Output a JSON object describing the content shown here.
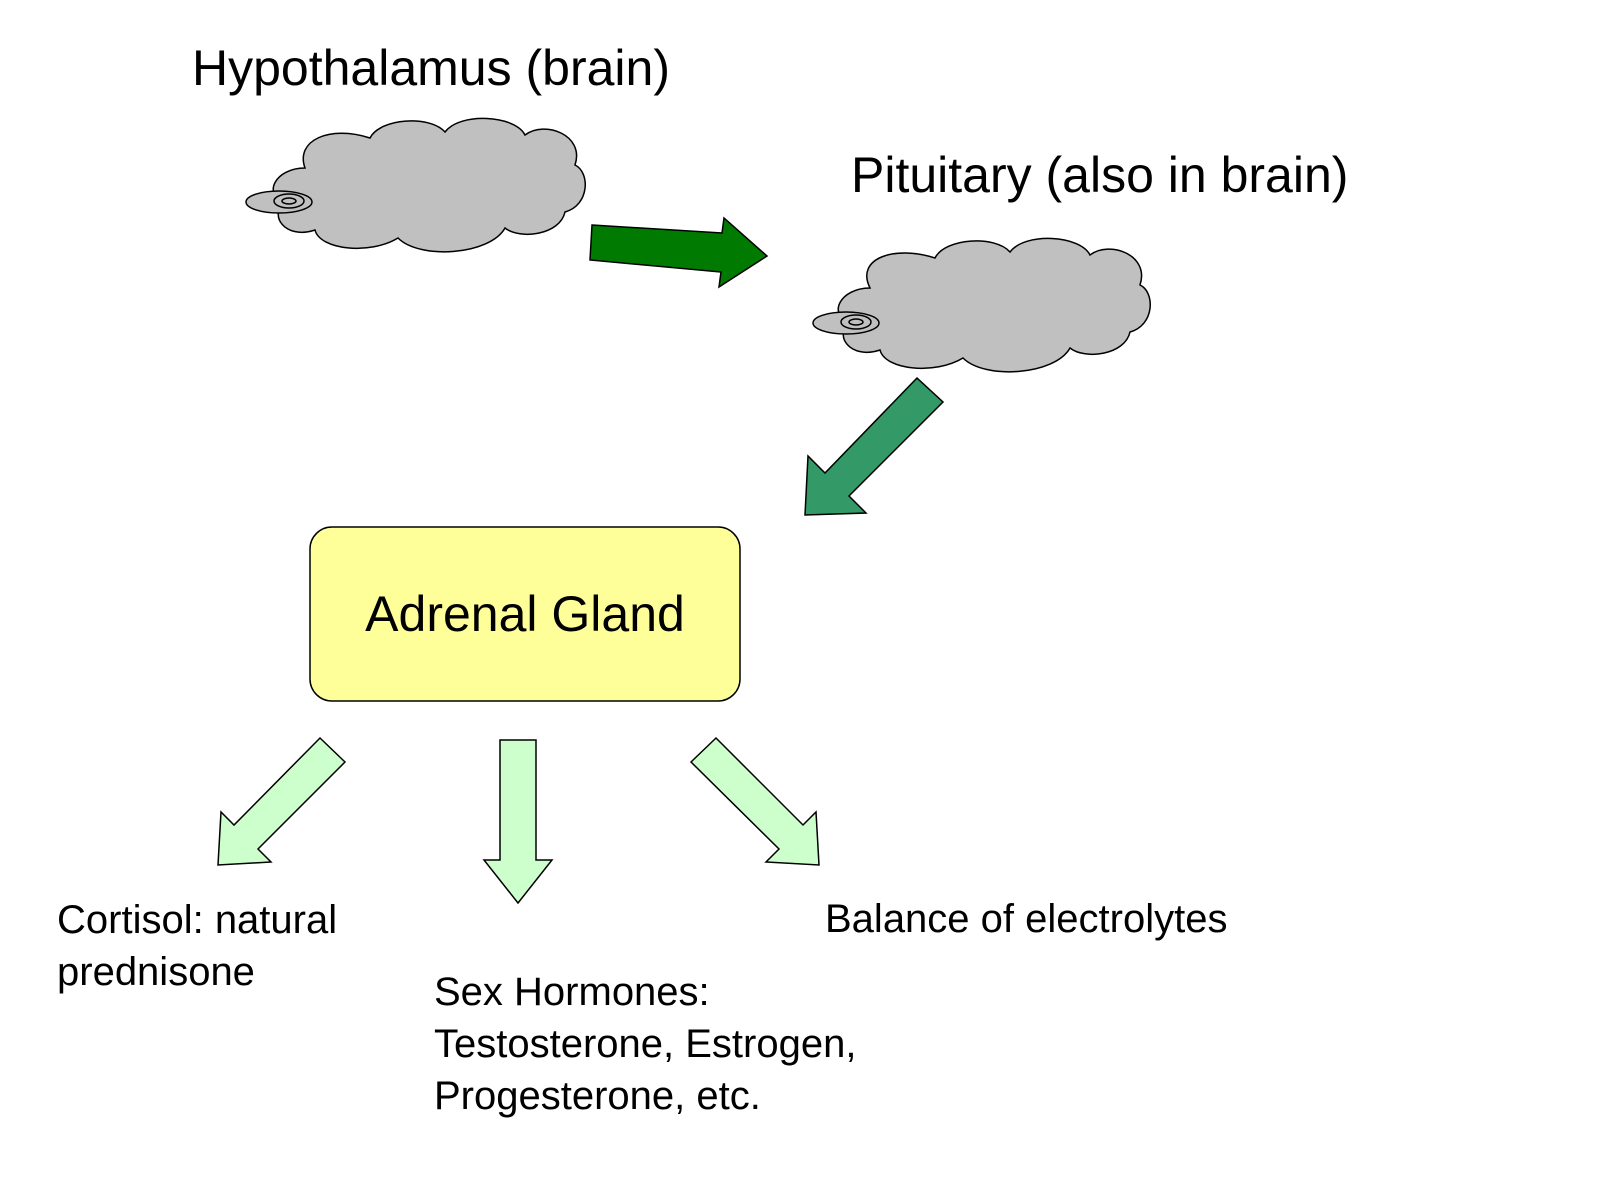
{
  "nodes": {
    "hypothalamus": "Hypothalamus (brain)",
    "pituitary": "Pituitary (also in brain)",
    "adrenal": "Adrenal Gland"
  },
  "outputs": {
    "cortisol": "Cortisol: natural\nprednisone",
    "sex_hormones": "Sex Hormones:\nTestosterone, Estrogen,\nProgesterone, etc.",
    "electrolytes": "Balance of electrolytes"
  },
  "colors": {
    "cloud_fill": "#c0c0c0",
    "arrow_dark_green": "#007a00",
    "arrow_teal_green": "#339966",
    "arrow_light_green": "#ccffcc",
    "box_fill": "#ffff99"
  }
}
